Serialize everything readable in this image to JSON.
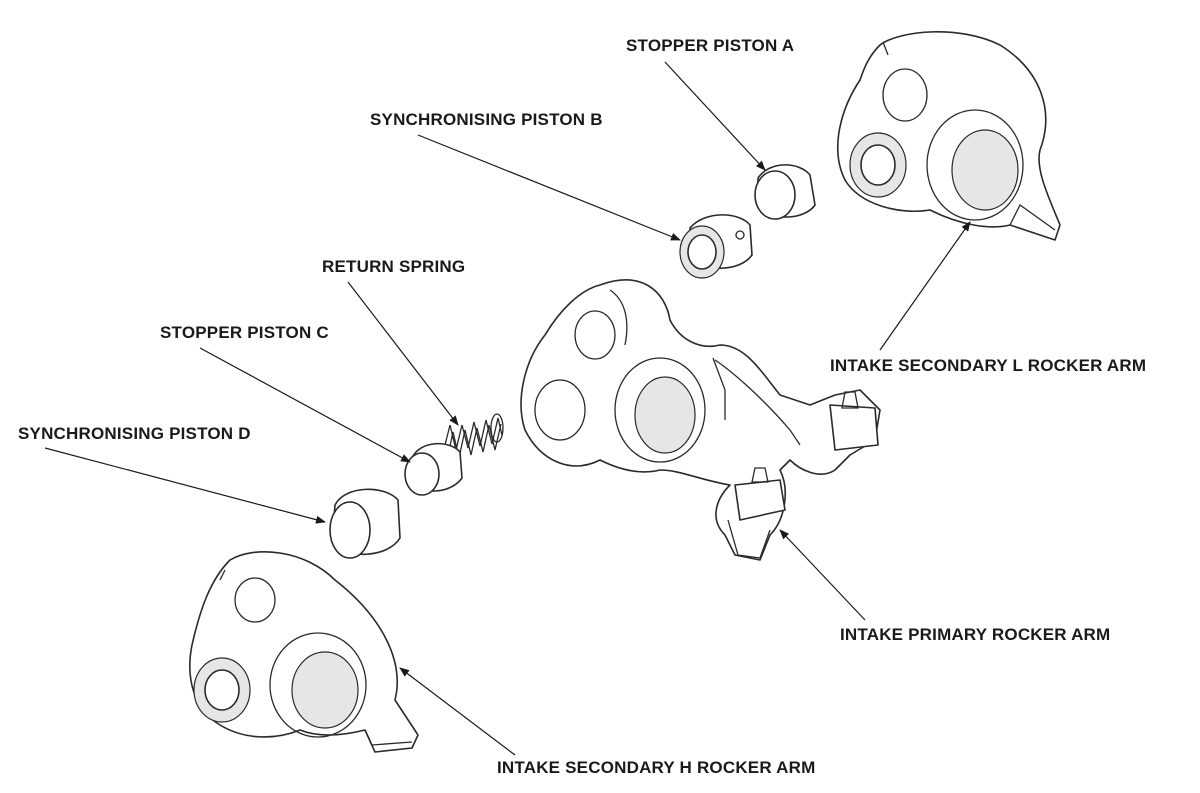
{
  "labels": {
    "stopper_piston_a": "STOPPER PISTON A",
    "synchronising_piston_b": "SYNCHRONISING PISTON B",
    "return_spring": "RETURN SPRING",
    "stopper_piston_c": "STOPPER PISTON C",
    "synchronising_piston_d": "SYNCHRONISING PISTON D",
    "intake_secondary_l": "INTAKE SECONDARY L ROCKER ARM",
    "intake_primary": "INTAKE PRIMARY ROCKER ARM",
    "intake_secondary_h": "INTAKE SECONDARY H ROCKER ARM"
  }
}
